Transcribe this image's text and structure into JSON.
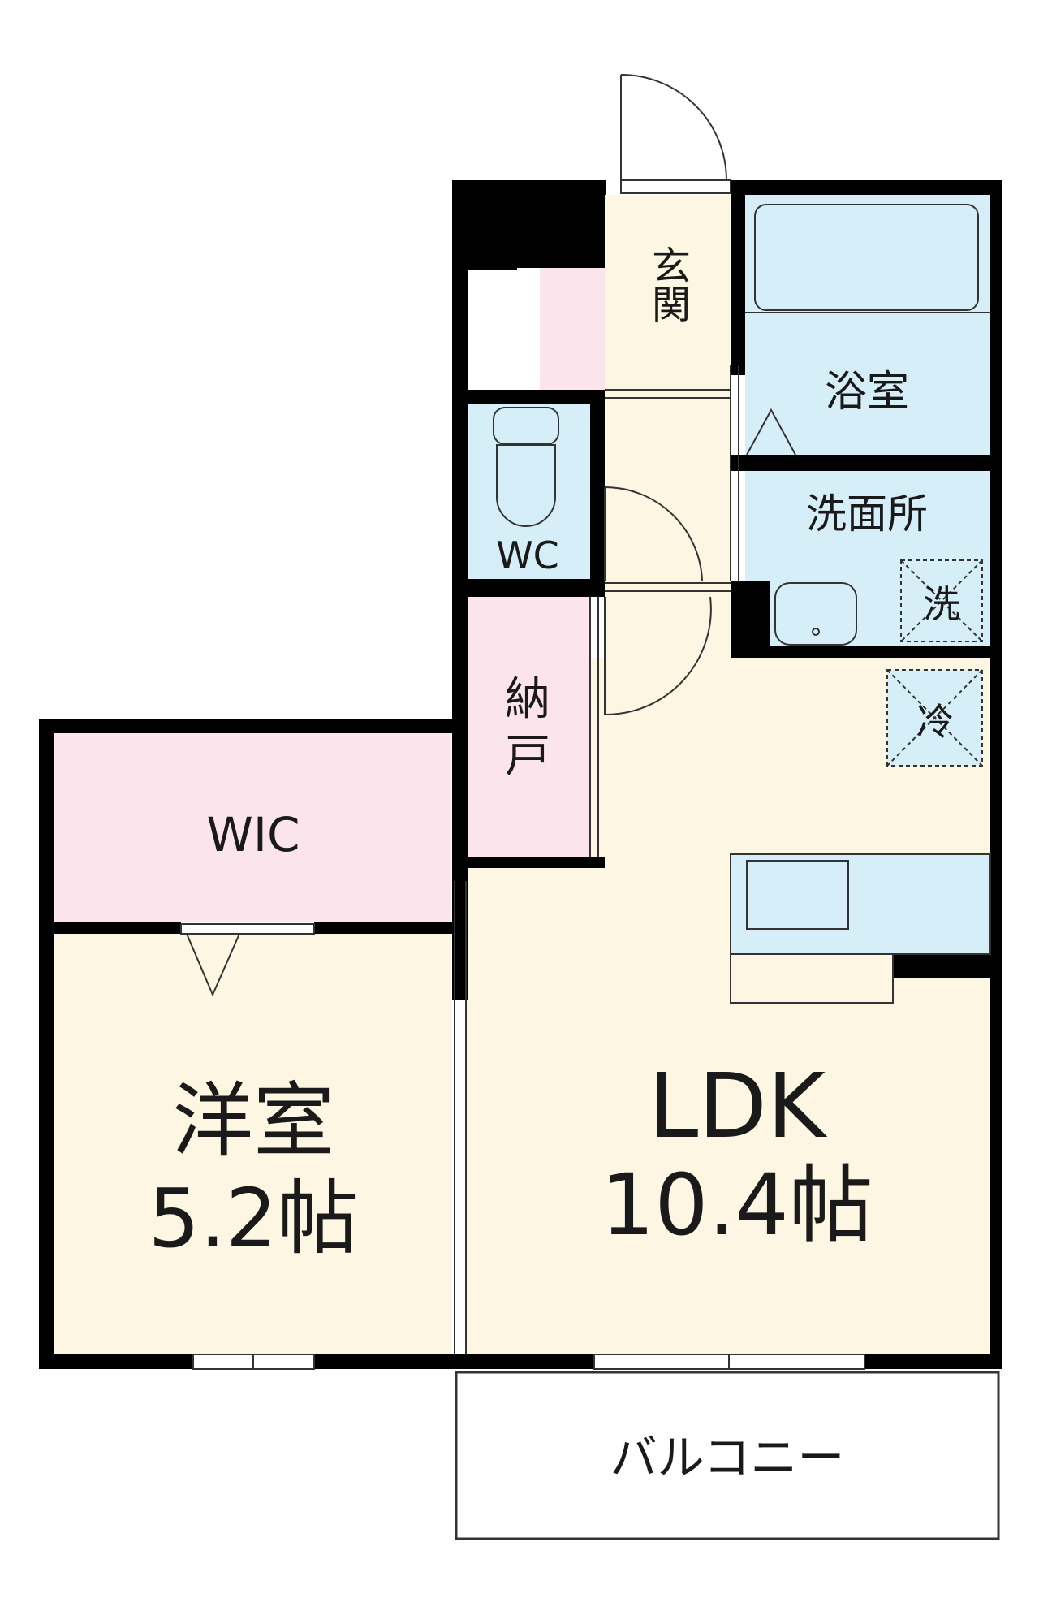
{
  "colors": {
    "wall": "#000000",
    "room_beige": "#fdf6e3",
    "room_blue": "#d6eef8",
    "room_pink": "#fbe4ec",
    "fixture_line": "#333333"
  },
  "rooms": {
    "genkan": "玄関",
    "bath": "浴室",
    "washroom": "洗面所",
    "washer": "洗",
    "wc": "WC",
    "nando_1": "納",
    "nando_2": "戸",
    "fridge": "冷",
    "wic": "WIC",
    "western_name": "洋室",
    "western_size": "5.2帖",
    "ldk_name": "LDK",
    "ldk_size": "10.4帖",
    "balcony": "バルコニー"
  },
  "icons": [
    "door-swing-icon",
    "bathtub-icon",
    "toilet-icon",
    "washbasin-icon",
    "kitchen-sink-icon",
    "washer-space-icon",
    "fridge-space-icon"
  ]
}
